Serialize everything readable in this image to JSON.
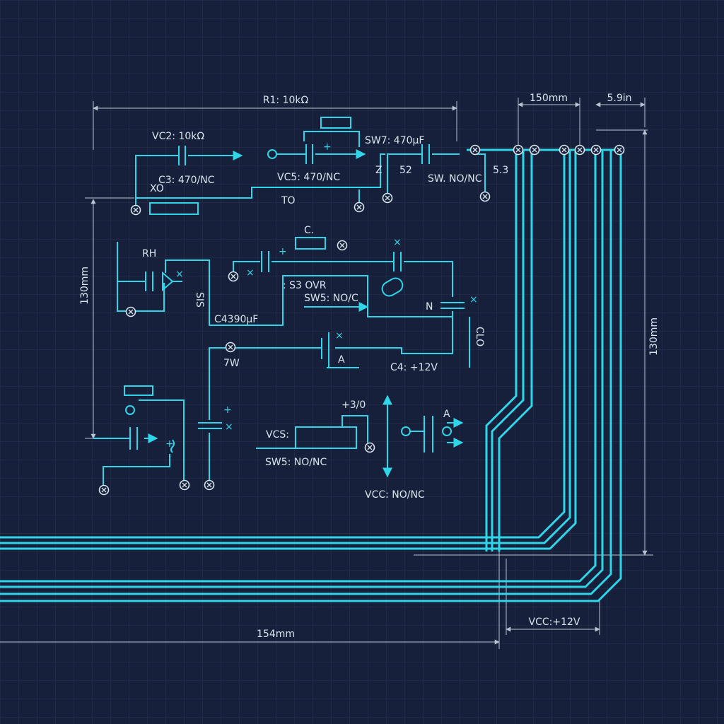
{
  "colors": {
    "background": "#17203a",
    "grid": "#2a3552",
    "trace": "#2fd6ea",
    "dimension": "#b8c4d4",
    "label": "#d9e3ee"
  },
  "dimensions": {
    "top_width": "R1: 10kΩ",
    "top_right_a": "150mm",
    "top_right_b": "5.9in",
    "left_height": "130mm",
    "right_height": "130mm",
    "bottom_width": "154mm",
    "bottom_right": "VCC:+12V"
  },
  "labels": {
    "vc2": "VC2: 10kΩ",
    "c3": "C3: 470/NC",
    "x0": "XO",
    "vc5": "VC5: 470/NC",
    "to": "TO",
    "sw7": "SW7: 470µF",
    "z": "Z",
    "s2": "52",
    "sw_nonc": "SW. NO/NC",
    "v53": "5.3",
    "c": "C.",
    "rh": "RH",
    "sis": "SIS",
    "s3ovr": ": S3 OVR",
    "sw5_top": "SW5: NO/C",
    "n": "N",
    "c4": "C4390µF",
    "cl0": "CLO",
    "w7": "7W",
    "a1": "A",
    "c4v": "C4: +12V",
    "plus30": "+3/0",
    "vcs": "VCS:",
    "sw5_bottom": "SW5: NO/NC",
    "vcc_nonc": "VCC: NO/NC",
    "a2": "A"
  }
}
